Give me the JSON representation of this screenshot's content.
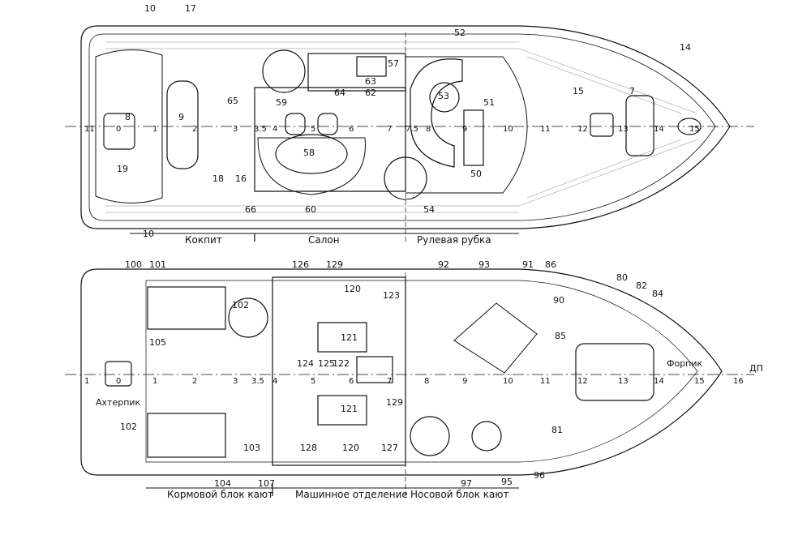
{
  "upper_deck": {
    "section_labels": [
      "Кокпит",
      "Салон",
      "Рулевая рубка"
    ],
    "callouts": [
      "10",
      "17",
      "52",
      "14",
      "57",
      "63",
      "62",
      "64",
      "65",
      "59",
      "53",
      "51",
      "15",
      "7",
      "8",
      "9",
      "19",
      "18",
      "16",
      "58",
      "50",
      "66",
      "60",
      "54",
      "10"
    ],
    "stations": [
      "11",
      "0",
      "1",
      "2",
      "3",
      "3.5",
      "4",
      "5",
      "6",
      "7",
      "7.5",
      "8",
      "9",
      "10",
      "11",
      "12",
      "13",
      "14",
      "15"
    ]
  },
  "lower_deck": {
    "section_labels": [
      "Кормовой блок кают",
      "Машинное отделение",
      "Носовой блок кают"
    ],
    "end_labels": {
      "aft": "Ахтерпик",
      "fore": "Форпик",
      "dp": "ДП"
    },
    "callouts": [
      "100",
      "101",
      "126",
      "129",
      "92",
      "93",
      "91",
      "86",
      "80",
      "82",
      "84",
      "102",
      "120",
      "123",
      "90",
      "105",
      "121",
      "85",
      "124",
      "125",
      "122",
      "121",
      "129",
      "102",
      "104",
      "103",
      "128",
      "120",
      "127",
      "97",
      "95",
      "96",
      "81",
      "107"
    ],
    "stations": [
      "1",
      "0",
      "1",
      "2",
      "3",
      "3.5",
      "4",
      "5",
      "6",
      "7",
      "8",
      "9",
      "10",
      "11",
      "12",
      "13",
      "14",
      "15",
      "16"
    ]
  }
}
